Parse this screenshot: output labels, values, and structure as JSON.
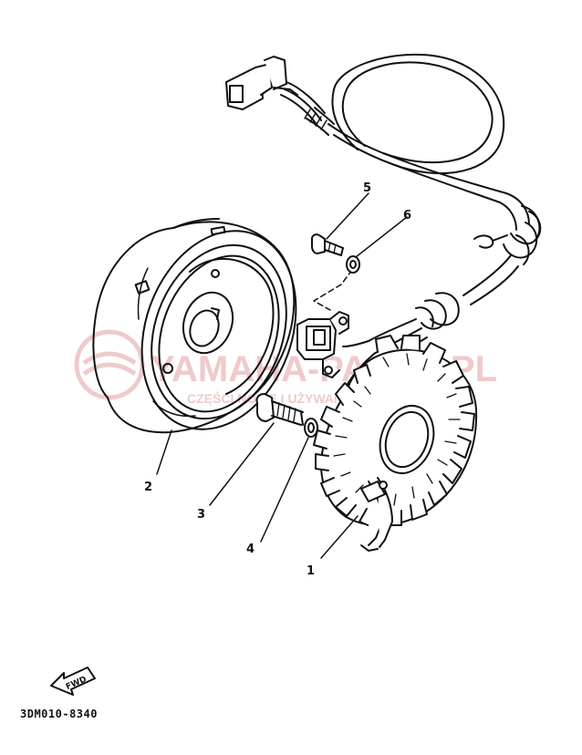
{
  "diagram": {
    "callouts": {
      "c1": "1",
      "c2": "2",
      "c3": "3",
      "c4": "4",
      "c5": "5",
      "c6": "6"
    },
    "fwd_label": "FWD",
    "drawing_code": "3DM010-8340"
  },
  "watermark": {
    "main": "YAMAHA-PARTS.PL",
    "sub": "CZĘŚCI NOWE I UŻYWANE YAMAHA"
  },
  "colors": {
    "line": "#111111",
    "watermark": "#e8b4b4"
  }
}
